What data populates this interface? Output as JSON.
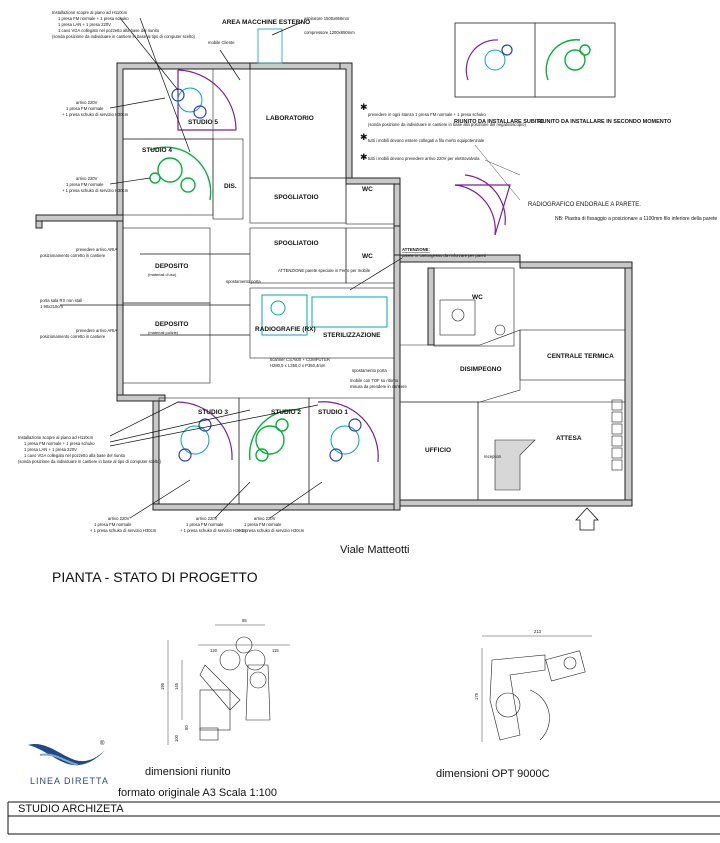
{
  "sheet": {
    "street": "Viale Matteotti",
    "plan_title": "PIANTA - STATO DI PROGETTO",
    "units_caption": "dimensioni riunito",
    "scale_note": "formato originale A3 Scala 1:100",
    "opt_caption": "dimensioni OPT  9000C",
    "studio_name": "STUDIO ARCHIZETA",
    "logo_text": "LINEA DIRETTA"
  },
  "rooms": {
    "area_macchine": "AREA MACCHINE ESTERNO",
    "studio5": "STUDIO 5",
    "studio4": "STUDIO 4",
    "laboratorio": "LABORATORIO",
    "dis": "DIS.",
    "spogliatoio1": "SPOGLIATOIO",
    "wc1": "WC",
    "deposito1": "DEPOSITO",
    "deposito1_sub": "(materiali d'uso)",
    "spogliatoio2": "SPOGLIATOIO",
    "wc2": "WC",
    "radiografie": "RADIOGRAFIE (RX)",
    "sterilizzazione": "STERILIZZAZIONE",
    "deposito2": "DEPOSITO",
    "deposito2_sub": "(materiali pulizie)",
    "wc3": "WC",
    "disimpegno": "DISIMPEGNO",
    "centrale": "CENTRALE TERMICA",
    "studio3": "STUDIO 3",
    "studio2": "STUDIO 2",
    "studio1": "STUDIO 1",
    "ufficio": "UFFICIO",
    "attesa": "ATTESA",
    "reception": "reception"
  },
  "legend": {
    "now": "RIUNITO DA INSTALLARE SUBITO",
    "later": "RIUNITO DA INSTALLARE IN SECONDO MOMENTO",
    "radio_title": "RADIOGRAFICO ENDORALE A PARETE.",
    "radio_note": "NB: Piastra di fissaggio a posizionare a 1100mm filo inferiore della parete"
  },
  "notes": {
    "top_install": "Installazione scopre al piano ad H110cm",
    "top_install_2": "1 presa FM normale + 1 presa schuko",
    "top_install_3": "1 presa LAN + 1 presa 220V",
    "top_install_4": "1 cavo VGA collegato nel pozzetto alla base del riunito",
    "top_install_5": "(sonda posizione da individuare in cantiere in base al tipo di computer scelto)",
    "cliente": "mobile Cliente",
    "aspiratore": "aspiratore 1500x650mm",
    "compressore": "compressore 1200x650mm",
    "arrivo_a": "arrivo 220V",
    "arrivo_a2": "1 presa FM normale",
    "arrivo_a3": "+ 1 presa schuko di servizio H30cm",
    "arrivo_b": "arrivo 220V",
    "arrivo_b2": "1 presa FM normale",
    "arrivo_b3": "+ 1 presa schuko di servizio H30cm",
    "star1": "prevedere in ogni stanza 1 presa FM normale + 1 presa schuko",
    "star1b": "(sonda posizione da individuare in cantiere in base alla posizione del negativoscopio)",
    "star2": "tutti i mobili devono essere collegati a filo morto equipotenziale",
    "star3": "tutti i mobili devono prevedere arrivo 220V per elettrovalvola",
    "aria1": "prevedere arrivo ARIA",
    "aria1b": "posizionamento corretto in cantiere",
    "porta_rx": "porta sala RX non stali",
    "porta_rx2": "1 90x210cm",
    "aria2": "prevedere arrivo ARIA",
    "aria2b": "posizionamento corretto in cantiere",
    "spost_porta": "spostamento porta",
    "attenzione": "ATTENZIONE:",
    "attenzione2": "parete in cartongesso da rinforzare per pareti",
    "attenzione_rx": "ATTENZIONE parete speciale in Ferro per mobile",
    "scanner": "scanner CS7600 + COMPUTER",
    "scanner2": "H280,5 x L350,0 x P350,4mm",
    "spost_porta2": "spostamento porta",
    "mobile_tof": "mobile con TOF su ritorno",
    "mobile_tof2": "misura da prendere in cantiere",
    "low_install": "Installazione scopre al piano ad H110cm",
    "low_install_2": "1 presa FM normale + 1 presa schuko",
    "low_install_3": "1 presa LAN + 1 presa 220V",
    "low_install_4": "1 cavo VGA collegato nel pozzetto alla base del riunito",
    "low_install_5": "(sonda posizione da individuare in cantiere in base al tipo di computer scelto)",
    "arrivo_c": "arrivo 220V",
    "arrivo_c2": "1 presa FM normale",
    "arrivo_c3": "+ 1 presa schuko di servizio H30cm",
    "arrivo_d": "arrivo 220V",
    "arrivo_d2": "1 presa FM normale",
    "arrivo_d3": "+ 1 presa schuko di servizio H30cm",
    "arrivo_e": "arrivo 220V",
    "arrivo_e2": "1 presa FM normale",
    "arrivo_e3": "+ 1 presa schuko di servizio H30cm"
  },
  "dims": {
    "u_top": "65",
    "u_left": "120",
    "u_right": "115",
    "u_h1": "195",
    "u_h2": "145",
    "u_h3": "100",
    "u_h4": "50",
    "o_w": "213",
    "o_h": "175"
  },
  "colors": {
    "now": "#7a1fa0",
    "later": "#00b33c",
    "fixture": "#00a7b5",
    "unit_blue": "#2a3fb5"
  }
}
